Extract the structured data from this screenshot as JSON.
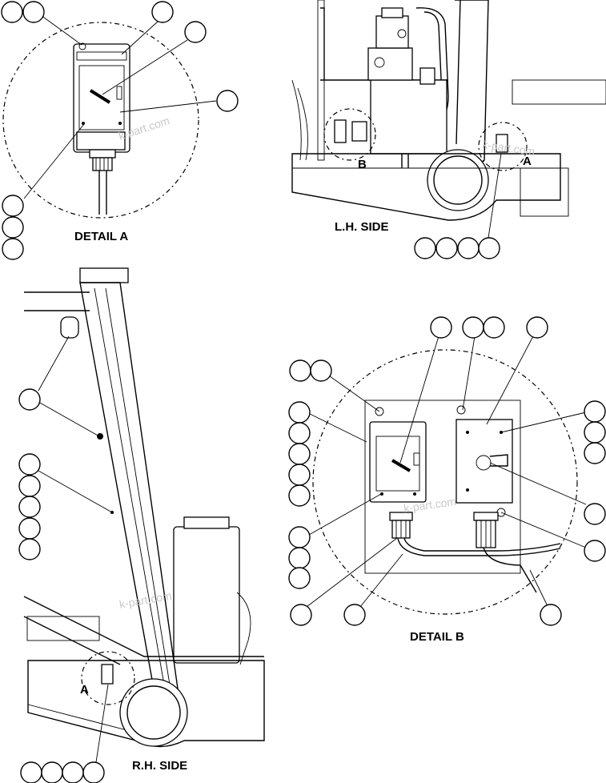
{
  "labels": {
    "detail_a": "DETAIL A",
    "lh_side": "L.H. SIDE",
    "rh_side": "R.H. SIDE",
    "detail_b": "DETAIL B",
    "marker_a_lh": "A",
    "marker_b_lh": "B",
    "marker_a_rh": "A"
  },
  "watermark": "k-part.com",
  "colors": {
    "line": "#000000",
    "watermark": "#c8c8c8",
    "background": "#ffffff"
  }
}
